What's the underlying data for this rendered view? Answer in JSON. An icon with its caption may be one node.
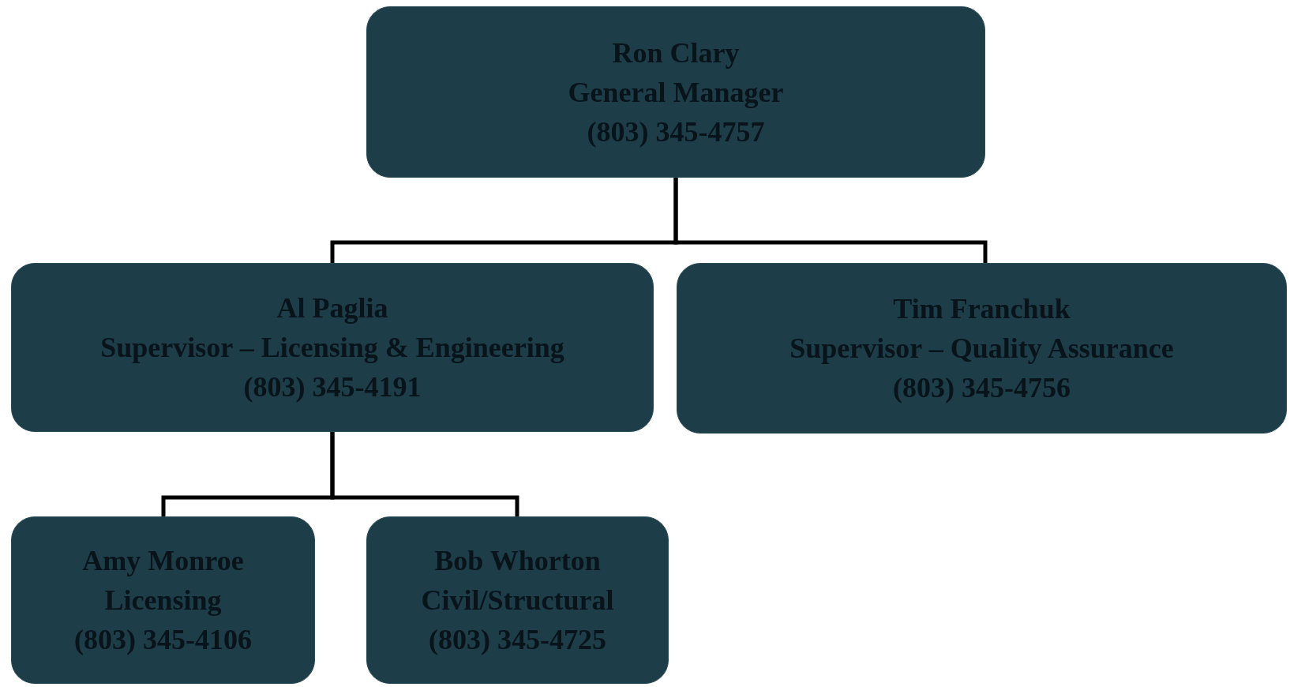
{
  "diagram": {
    "nodes": [
      {
        "text": [
          "Ron Clary",
          "General Manager",
          "(803) 345-4757"
        ]
      },
      {
        "text": [
          "Al Paglia",
          "Supervisor – Licensing & Engineering",
          "(803) 345-4191"
        ]
      },
      {
        "text": [
          "Tim Franchuk",
          "Supervisor – Quality Assurance",
          "(803) 345-4756"
        ]
      },
      {
        "text": [
          "Amy Monroe",
          "Licensing",
          "(803) 345-4106"
        ]
      },
      {
        "text": [
          "Bob Whorton",
          "Civil/Structural",
          "(803) 345-4725"
        ]
      }
    ],
    "edges": [
      {
        "from": 0,
        "to": 1,
        "arrow": "none"
      },
      {
        "from": 0,
        "to": 2,
        "arrow": "none"
      },
      {
        "from": 1,
        "to": 3,
        "arrow": "none"
      },
      {
        "from": 1,
        "to": 4,
        "arrow": "none"
      }
    ]
  }
}
